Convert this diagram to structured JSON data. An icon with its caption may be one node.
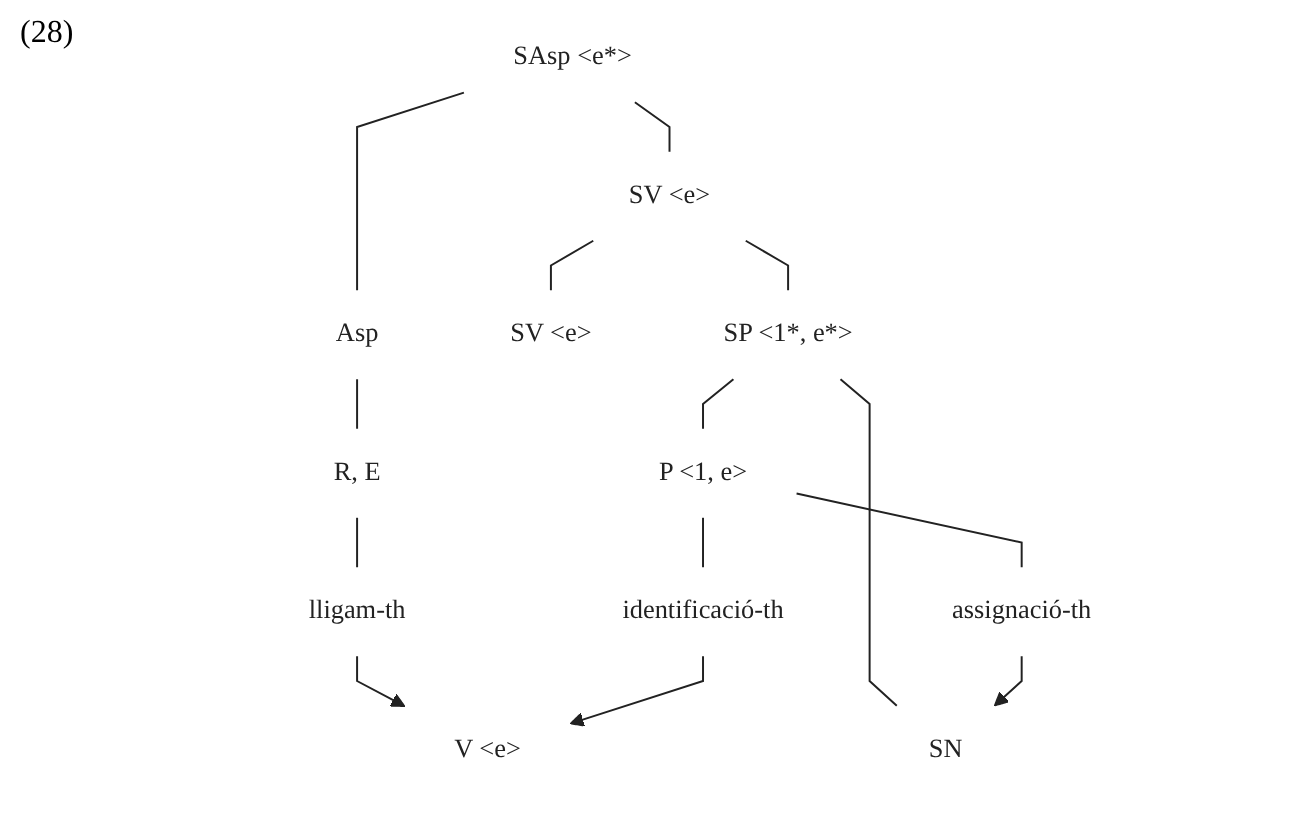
{
  "diagram": {
    "nodes": [
      {
        "text": [
          "SAsp <e*>"
        ]
      },
      {
        "text": [
          "Asp"
        ]
      },
      {
        "text": [
          "SV <e>"
        ]
      },
      {
        "text": [
          "R, E"
        ]
      },
      {
        "text": [
          "SV <e>"
        ]
      },
      {
        "text": [
          "SP <1*, e*>"
        ]
      },
      {
        "text": [
          "lligam-th"
        ]
      },
      {
        "text": [
          "V <e>"
        ]
      },
      {
        "text": [
          "P <1, e>"
        ]
      },
      {
        "text": [
          "SN"
        ]
      },
      {
        "text": [
          "identificació-th"
        ]
      },
      {
        "text": [
          "assignació-th"
        ]
      }
    ],
    "edges": [
      {
        "from": 0,
        "to": 1,
        "arrow": "none"
      },
      {
        "from": 0,
        "to": 2,
        "arrow": "none"
      },
      {
        "from": 1,
        "to": 3,
        "arrow": "none"
      },
      {
        "from": 2,
        "to": 4,
        "arrow": "none"
      },
      {
        "from": 2,
        "to": 5,
        "arrow": "none"
      },
      {
        "from": 3,
        "to": 6,
        "arrow": "none"
      },
      {
        "from": 5,
        "to": 8,
        "arrow": "none"
      },
      {
        "from": 5,
        "to": 9,
        "arrow": "none"
      },
      {
        "from": 6,
        "to": 7,
        "arrow": "to"
      },
      {
        "from": 10,
        "to": 7,
        "arrow": "to"
      },
      {
        "from": 8,
        "to": 11,
        "arrow": "none"
      },
      {
        "from": 8,
        "to": 10,
        "arrow": "none"
      },
      {
        "from": 11,
        "to": 9,
        "arrow": "to"
      }
    ],
    "labels": [
      "(28)"
    ]
  }
}
